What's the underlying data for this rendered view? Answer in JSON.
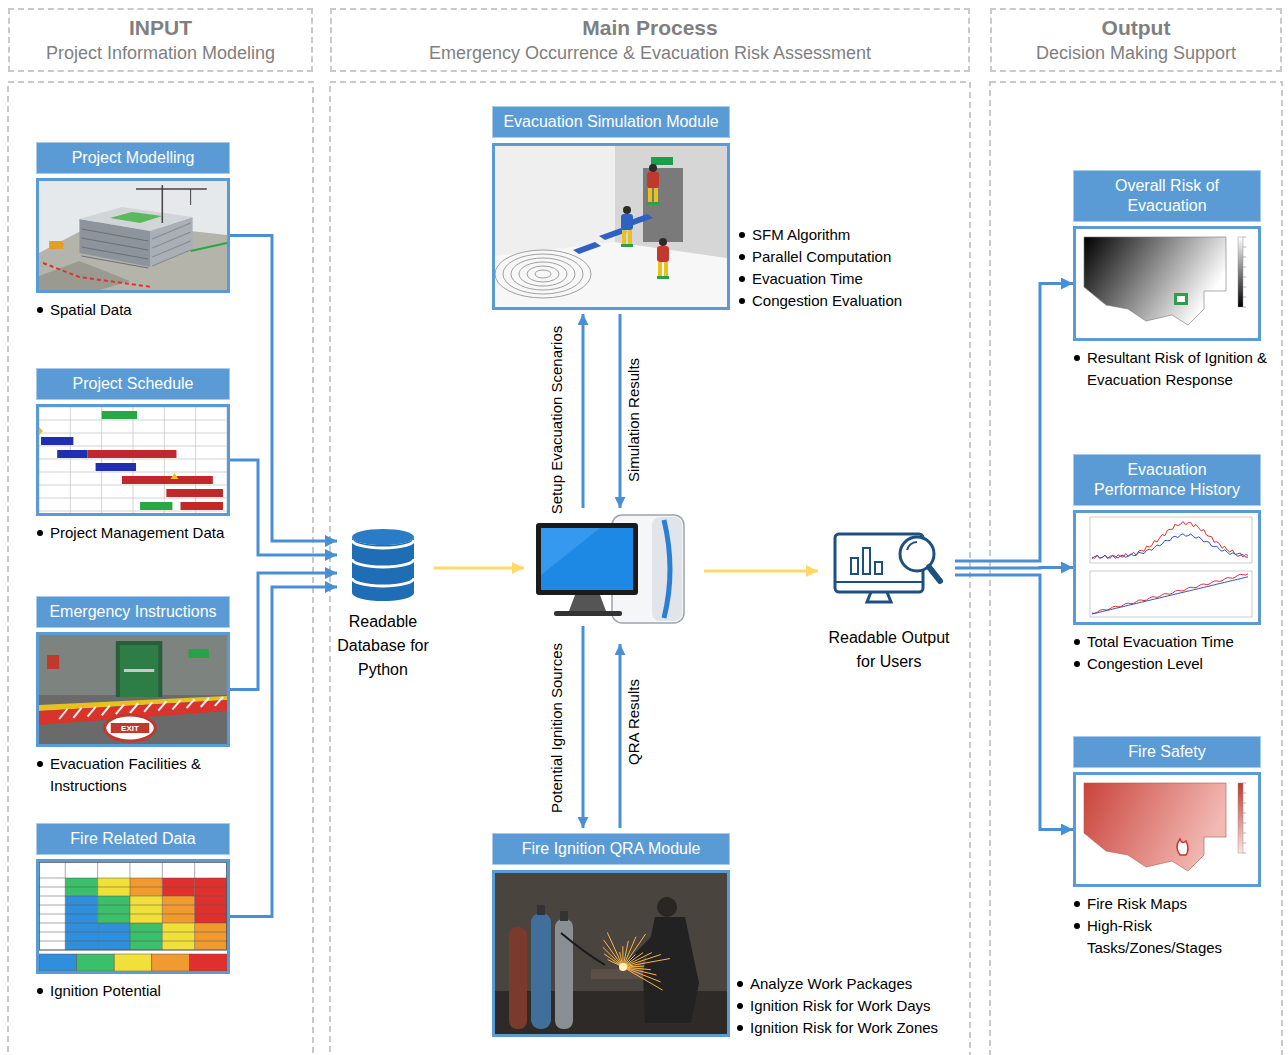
{
  "diagram": {
    "nodes": [
      {
        "text": [
          "INPUT",
          "Project Information Modeling"
        ]
      },
      {
        "text": [
          "Main Process",
          "Emergency Occurrence & Evacuation Risk Assessment"
        ]
      },
      {
        "text": [
          "Output",
          "Decision Making Support"
        ]
      },
      {
        "text": [
          "Project Modelling",
          "Spatial Data"
        ]
      },
      {
        "text": [
          "Project Schedule",
          "Project Management Data"
        ]
      },
      {
        "text": [
          "Emergency Instructions",
          "Evacuation Facilities & Instructions"
        ]
      },
      {
        "text": [
          "Fire Related Data",
          "Ignition Potential"
        ]
      },
      {
        "text": [
          "Evacuation Simulation Module",
          "SFM Algorithm",
          "Parallel Computation",
          "Evacuation Time",
          "Congestion Evaluation"
        ]
      },
      {
        "text": [
          "Readable Database for Python"
        ]
      },
      {
        "text": [
          "Readable Output for Users"
        ]
      },
      {
        "text": [
          "Fire Ignition QRA Module",
          "Analyze Work Packages",
          "Ignition Risk for Work Days",
          "Ignition Risk for Work Zones"
        ]
      },
      {
        "text": [
          "Overall Risk of Evacuation",
          "Resultant Risk of Ignition & Evacuation Response"
        ]
      },
      {
        "text": [
          "Evacuation Performance History",
          "Total Evacuation Time",
          "Congestion Level"
        ]
      },
      {
        "text": [
          "Fire Safety",
          "Fire Risk Maps",
          "High-Risk Tasks/Zones/Stages"
        ]
      }
    ],
    "edges": [
      {
        "from": 3,
        "to": 8,
        "arrow": "to"
      },
      {
        "from": 4,
        "to": 8,
        "arrow": "to"
      },
      {
        "from": 5,
        "to": 8,
        "arrow": "to"
      },
      {
        "from": 6,
        "to": 8,
        "arrow": "to"
      },
      {
        "from": 9,
        "to": 11,
        "arrow": "to"
      },
      {
        "from": 9,
        "to": 12,
        "arrow": "to"
      },
      {
        "from": 9,
        "to": 13,
        "arrow": "to"
      }
    ],
    "labels": [
      "Setup Evacuation Scenarios",
      "Simulation Results",
      "Potential Ignition Sources",
      "QRA Results",
      "EXIT"
    ]
  }
}
